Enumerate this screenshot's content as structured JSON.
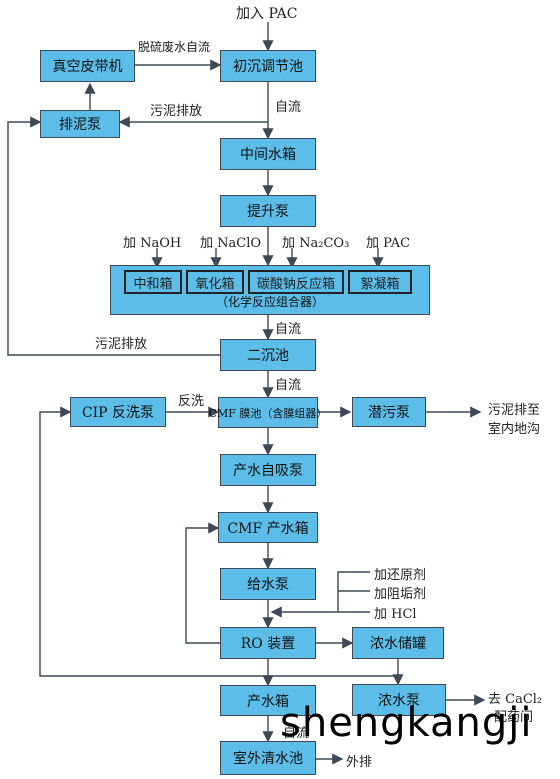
{
  "nodes": {
    "vacuum_belt": "真空皮带机",
    "initial_tank": "初沉调节池",
    "sludge_pump": "排泥泵",
    "mid_tank": "中间水箱",
    "lift_pump": "提升泵",
    "sub_neutral": "中和箱",
    "sub_oxid": "氧化箱",
    "sub_carbonate": "碳酸钠反应箱",
    "sub_floc": "絮凝箱",
    "combo_caption": "（化学反应组合器）",
    "second_tank": "二沉池",
    "cip_pump": "CIP 反洗泵",
    "cmf_tank": "CMF 膜池（含膜组器）",
    "submersible_pump": "潜污泵",
    "product_pump": "产水自吸泵",
    "cmf_product_box": "CMF 产水箱",
    "feed_pump": "给水泵",
    "ro_unit": "RO 装置",
    "conc_tank": "浓水储罐",
    "product_box": "产水箱",
    "conc_pump": "浓水泵",
    "outdoor_pool": "室外清水池"
  },
  "labels": {
    "add_pac_top": "加入 PAC",
    "desulf_flow": "脱硫废水自流",
    "sludge_discharge_1": "污泥排放",
    "gravity_1": "自流",
    "add_naoh": "加 NaOH",
    "add_naclo": "加 NaClO",
    "add_na2co3": "加 Na₂CO₃",
    "add_pac": "加 PAC",
    "gravity_2": "自流",
    "sludge_discharge_2": "污泥排放",
    "gravity_3": "自流",
    "backwash": "反洗",
    "sludge_out_1": "污泥排至",
    "sludge_out_2": "室内地沟",
    "add_reductant": "加还原剂",
    "add_antiscalant": "加阻垢剂",
    "add_hcl": "加 HCl",
    "to_cacl2": "去 CaCl₂",
    "dosing_room": "配药间",
    "gravity_4": "自流",
    "discharge": "外排"
  },
  "watermark": "shengkangji",
  "colors": {
    "box_fill": "#5bbde8",
    "line": "#3d4a55"
  }
}
